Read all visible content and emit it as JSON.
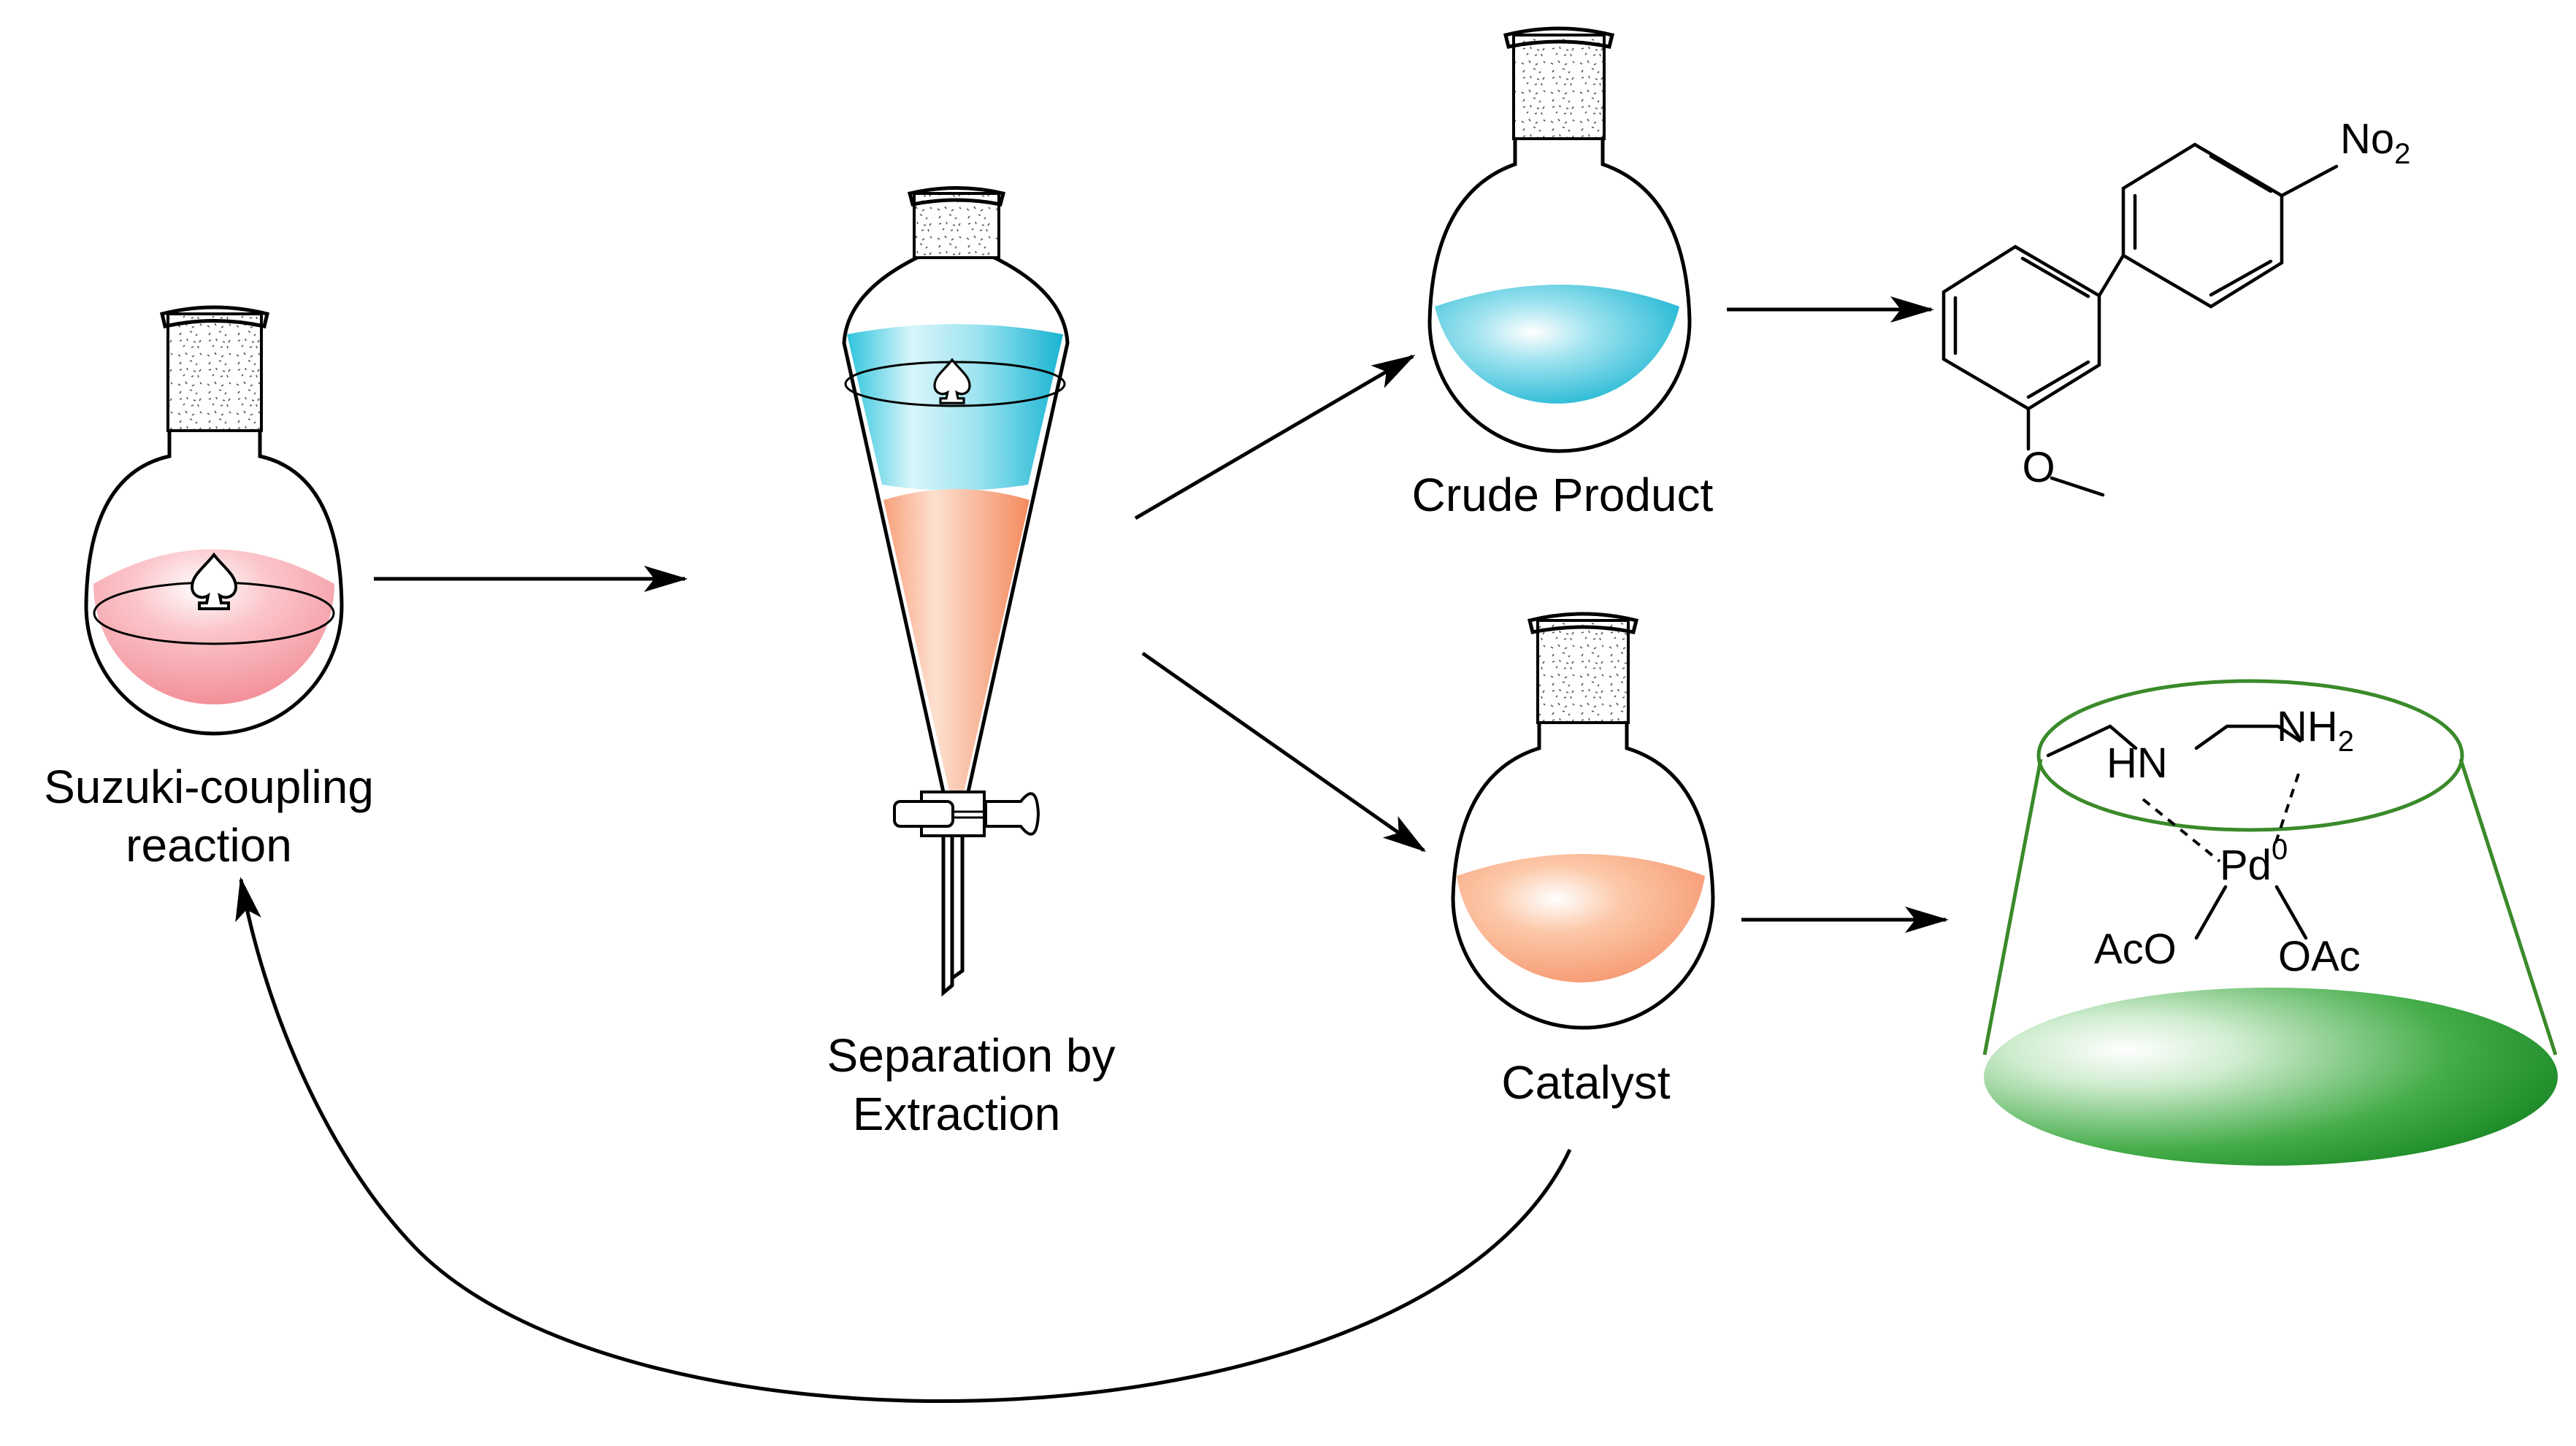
{
  "labels": {
    "step1": [
      "Suzuki-coupling",
      "reaction"
    ],
    "step2": [
      "Separation by",
      "Extraction"
    ],
    "product": "Crude Product",
    "catalyst": "Catalyst"
  },
  "molecule": {
    "nitro": "No",
    "nitro_sub": "2",
    "methoxy_o": "O"
  },
  "catalyst_complex": {
    "hn": "HN",
    "nh": "NH",
    "nh_sub": "2",
    "pd": "Pd",
    "pd_sup": "0",
    "aco": "AcO",
    "oac": "OAc"
  },
  "colors": {
    "reaction_liquid": "#f4a0a8",
    "aqueous_layer": "#2ec4dc",
    "organic_layer": "#f7a07a",
    "support": "#2e9a3a",
    "support_outline": "#3a8a2a"
  }
}
